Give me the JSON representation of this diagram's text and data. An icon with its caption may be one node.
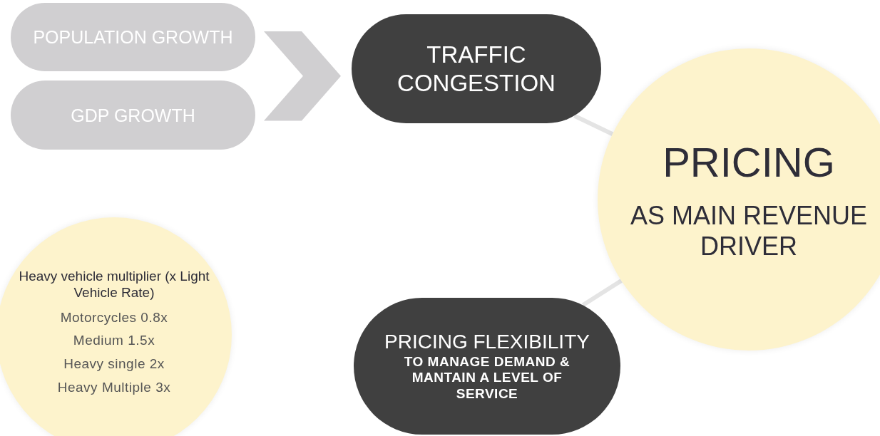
{
  "diagram": {
    "nodes": [
      {
        "text": [
          "POPULATION GROWTH"
        ]
      },
      {
        "text": [
          "GDP GROWTH"
        ]
      },
      {
        "text": [
          "TRAFFIC CONGESTION"
        ]
      },
      {
        "text": [
          "PRICING",
          "AS MAIN REVENUE DRIVER"
        ]
      },
      {
        "text": [
          "PRICING FLEXIBILITY",
          "TO MANAGE DEMAND & MANTAIN A LEVEL OF SERVICE"
        ]
      },
      {
        "text": [
          "Heavy vehicle multiplier (x Light Vehicle Rate)",
          "Motorcycles 0.8x",
          "Medium 1.5x",
          "Heavy single 2x",
          "Heavy Multiple 3x"
        ]
      }
    ],
    "edges": [
      {
        "from": 0,
        "to": 2,
        "arrow": "to"
      },
      {
        "from": 1,
        "to": 2,
        "arrow": "to"
      },
      {
        "from": 2,
        "to": 3,
        "arrow": "none"
      },
      {
        "from": 4,
        "to": 3,
        "arrow": "none"
      }
    ]
  }
}
